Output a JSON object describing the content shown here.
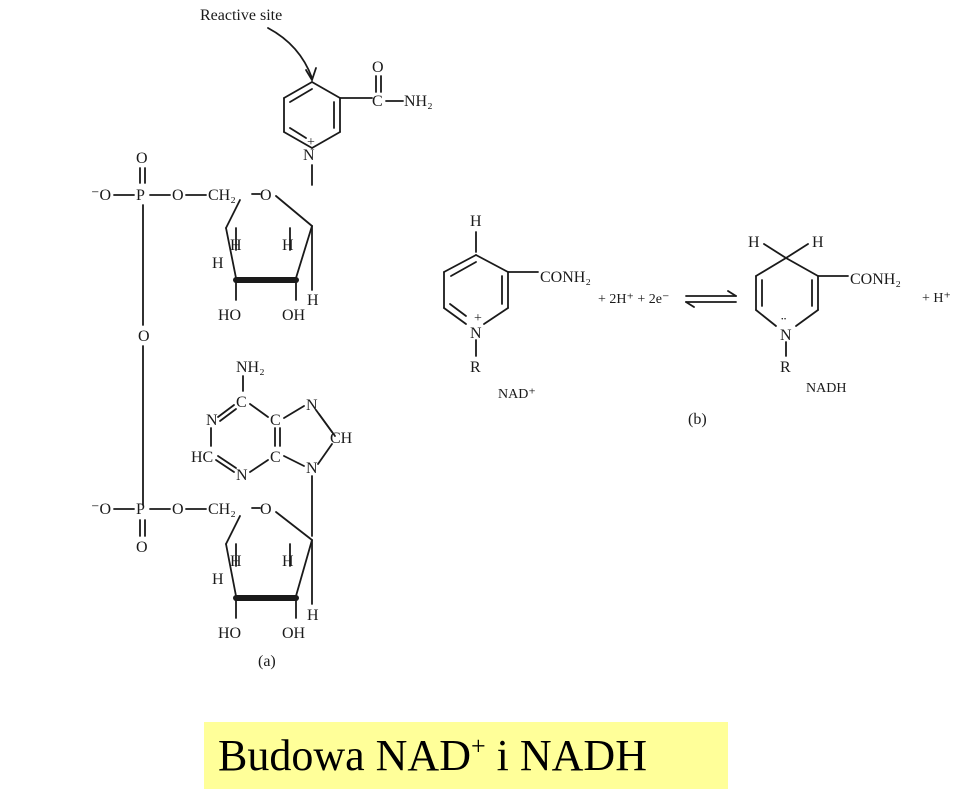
{
  "title": {
    "main": "Budowa NAD",
    "sup": "+",
    "rest": " i NADH"
  },
  "annotations": {
    "reactive_site": "Reactive site"
  },
  "captions": {
    "a": "(a)",
    "b": "(b)"
  },
  "labels": {
    "o": "O",
    "o_minus": "⁻O",
    "p": "P",
    "ch2": "CH₂",
    "h": "H",
    "ho": "HO",
    "oh": "OH",
    "n": "N",
    "n_plus": "+",
    "c": "C",
    "nh2": "NH₂",
    "ch": "CH",
    "hc": "HC",
    "conh2": "CONH₂",
    "r": "R",
    "nad": "NAD⁺",
    "nadh": "NADH",
    "reagents": "+ 2H⁺ + 2e⁻",
    "plus_h": "+ H⁺",
    "n_dots": "¨"
  }
}
